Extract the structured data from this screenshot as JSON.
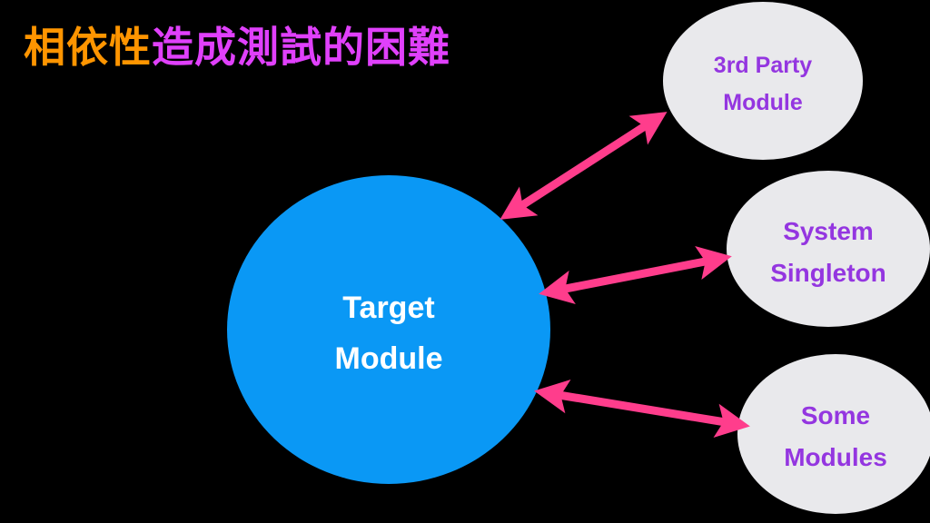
{
  "title": {
    "part1": "相依性",
    "part2": "造成測試的困難"
  },
  "nodes": {
    "target": {
      "line1": "Target",
      "line2": "Module"
    },
    "third_party": {
      "line1": "3rd Party",
      "line2": "Module"
    },
    "system_singleton": {
      "line1": "System",
      "line2": "Singleton"
    },
    "some_modules": {
      "line1": "Some",
      "line2": "Modules"
    }
  },
  "colors": {
    "background": "#000000",
    "title_orange": "#FF9500",
    "title_magenta": "#E040FB",
    "target_fill": "#0A98F5",
    "target_text": "#FFFFFF",
    "satellite_fill": "#E9E9EC",
    "satellite_text": "#9436E0",
    "arrow": "#FF3D8C"
  }
}
